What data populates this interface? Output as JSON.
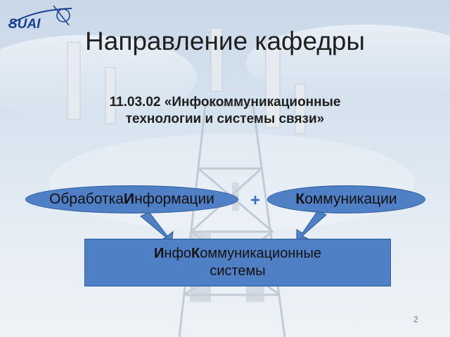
{
  "logo": {
    "text": "SUAI"
  },
  "title": "Направление кафедры",
  "subtitle": {
    "line1": "11.03.02 «Инфокоммуникационные",
    "line2": "технологии и системы связи»"
  },
  "left_node": {
    "prefix": "Обработка ",
    "bold": "И",
    "rest": "нформации"
  },
  "operator": "+",
  "right_node": {
    "bold": "К",
    "rest": "оммуникации"
  },
  "result_node": {
    "bold1": "И",
    "part1": "нфо",
    "bold2": "К",
    "part2": "оммуникационные",
    "line2": "системы"
  },
  "page_number": "2",
  "colors": {
    "node_fill": "#4f7fc4",
    "node_border": "#2d5a99",
    "operator": "#3d6fc0",
    "logo": "#1b3f8f"
  }
}
